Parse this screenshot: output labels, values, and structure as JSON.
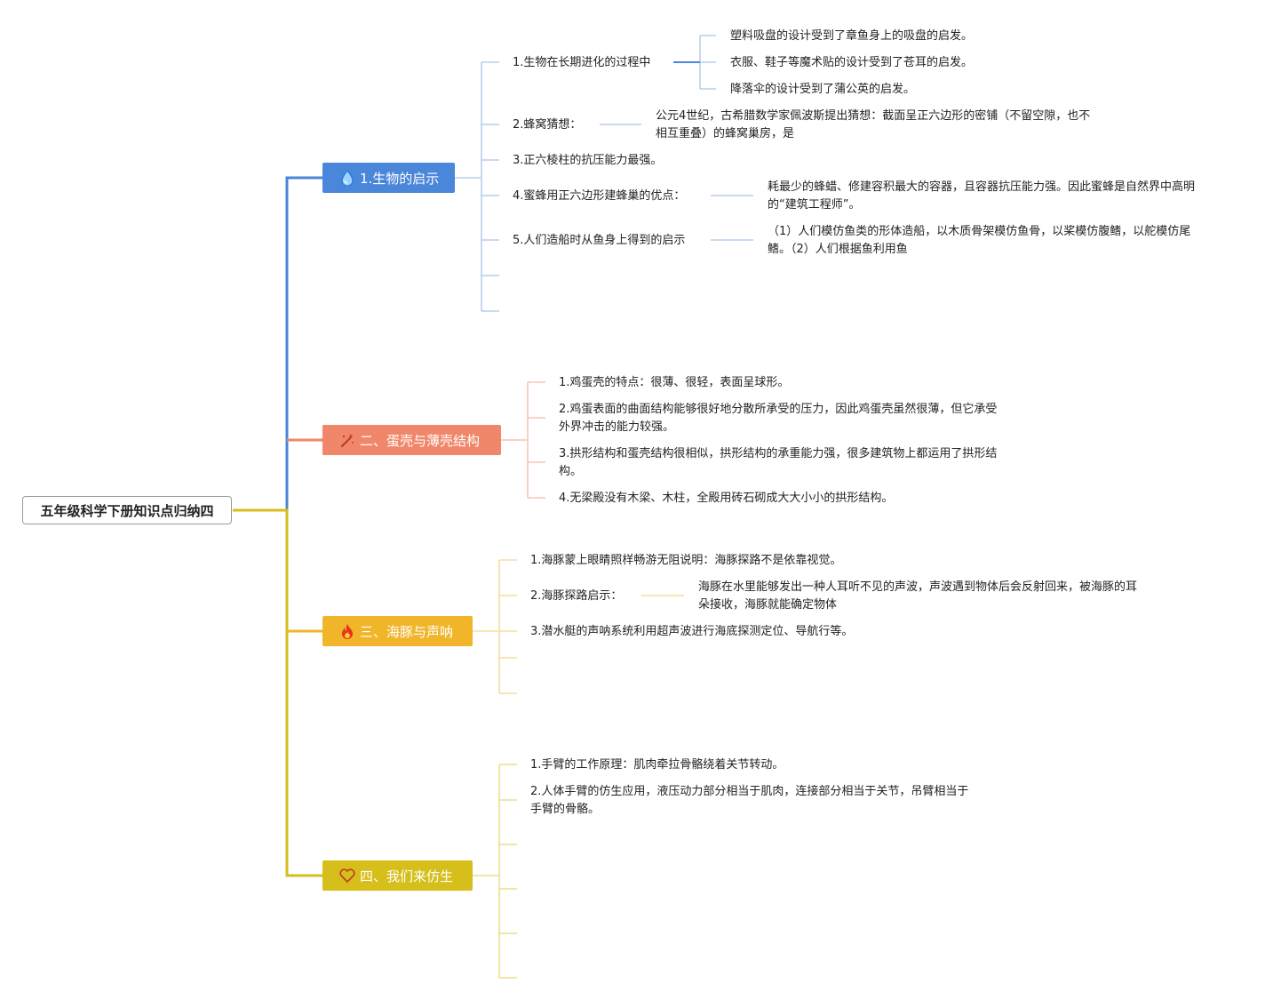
{
  "root": {
    "title": "五年级科学下册知识点归纳四"
  },
  "colors": {
    "blue": "#4a86d9",
    "salmon": "#f0876a",
    "orange": "#f1b52a",
    "yellow": "#d6be1b"
  },
  "branches": [
    {
      "label": "1.生物的启示",
      "icon": "water-drop-icon",
      "items": [
        "1.生物在长期进化的过程中",
        "2.蜂窝猜想：",
        "3.正六棱柱的抗压能力最强。",
        "4.蜜蜂用正六边形建蜂巢的优点：",
        "5.人们造船时从鱼身上得到的启示"
      ],
      "subitems": [
        "塑料吸盘的设计受到了章鱼身上的吸盘的启发。",
        "衣服、鞋子等魔术贴的设计受到了苍耳的启发。",
        "降落伞的设计受到了蒲公英的启发。"
      ],
      "details": [
        "公元4世纪，古希腊数学家佩波斯提出猜想：截面呈正六边形的密铺（不留空隙，也不相互重叠）的蜂窝巢房，是",
        "耗最少的蜂蜡、修建容积最大的容器，且容器抗压能力强。因此蜜蜂是自然界中高明的“建筑工程师”。",
        "（1）人们模仿鱼类的形体造船，以木质骨架模仿鱼骨，以桨模仿腹鳍，以舵模仿尾鳍。（2）人们根据鱼利用鱼"
      ]
    },
    {
      "label": "二、蛋壳与薄壳结构",
      "icon": "magic-wand-icon",
      "items": [
        "1.鸡蛋壳的特点：很薄、很轻，表面呈球形。",
        "2.鸡蛋表面的曲面结构能够很好地分散所承受的压力，因此鸡蛋壳虽然很薄，但它承受外界冲击的能力较强。",
        "3.拱形结构和蛋壳结构很相似，拱形结构的承重能力强，很多建筑物上都运用了拱形结构。",
        "4.无梁殿没有木梁、木柱，全殿用砖石砌成大大小小的拱形结构。"
      ]
    },
    {
      "label": "三、海豚与声呐",
      "icon": "fire-icon",
      "items": [
        "1.海豚蒙上眼睛照样畅游无阻说明：海豚探路不是依靠视觉。",
        "2.海豚探路启示：",
        "3.潜水艇的声呐系统利用超声波进行海底探测定位、导航行等。"
      ],
      "details": [
        "海豚在水里能够发出一种人耳听不见的声波，声波遇到物体后会反射回来，被海豚的耳朵接收，海豚就能确定物体"
      ]
    },
    {
      "label": "四、我们来仿生",
      "icon": "heart-icon",
      "items": [
        "1.手臂的工作原理：肌肉牵拉骨骼绕着关节转动。",
        "2.人体手臂的仿生应用，液压动力部分相当于肌肉，连接部分相当于关节，吊臂相当于手臂的骨骼。"
      ]
    }
  ]
}
